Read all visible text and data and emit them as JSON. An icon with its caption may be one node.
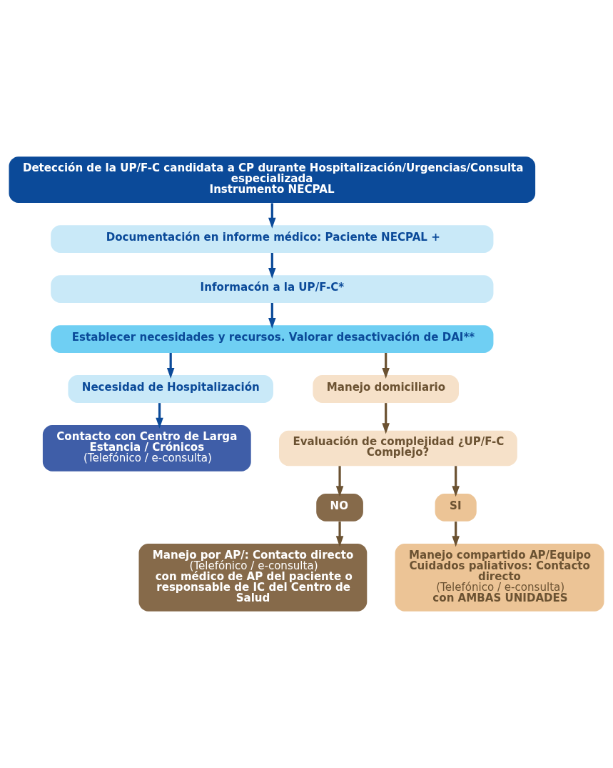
{
  "diagram": {
    "nodes": [
      {
        "text": [
          "Detección de la UP/F-C candidata a CP durante Hospitalización/Urgencias/Consulta especializada",
          "Instrumento NECPAL"
        ]
      },
      {
        "text": [
          "Documentación en informe médico: Paciente NECPAL +"
        ]
      },
      {
        "text": [
          "Informacón a la UP/F-C*"
        ]
      },
      {
        "text": [
          "Establecer necesidades y recursos. Valorar desactivación de DAI**"
        ]
      },
      {
        "text": [
          "Necesidad de Hospitalización"
        ]
      },
      {
        "text": [
          "Manejo domiciliario"
        ]
      },
      {
        "text": [
          "Contacto con Centro de Larga Estancia / Crónicos",
          "(Telefónico / e-consulta)"
        ]
      },
      {
        "text": [
          "Evaluación de complejidad ¿UP/F-C Complejo?"
        ]
      },
      {
        "text": [
          "NO"
        ]
      },
      {
        "text": [
          "SI"
        ]
      },
      {
        "text": [
          "Manejo por AP/: Contacto directo",
          "(Telefónico / e-consulta)",
          "con médico de AP del paciente o responsable de IC del Centro de Salud"
        ]
      },
      {
        "text": [
          "Manejo compartido AP/Equipo Cuidados paliativos: Contacto directo",
          "(Telefónico / e-consulta)",
          "con AMBAS UNIDADES"
        ]
      }
    ],
    "edges": [
      {
        "from": 0,
        "to": 1,
        "arrow": "to",
        "color": "#0b4a99"
      },
      {
        "from": 1,
        "to": 2,
        "arrow": "to",
        "color": "#0b4a99"
      },
      {
        "from": 2,
        "to": 3,
        "arrow": "to",
        "color": "#0b4a99"
      },
      {
        "from": 3,
        "to": 4,
        "arrow": "to",
        "color": "#0b4a99"
      },
      {
        "from": 3,
        "to": 5,
        "arrow": "to"
      },
      {
        "from": 4,
        "to": 6,
        "arrow": "to",
        "color": "#0b4a99"
      },
      {
        "from": 5,
        "to": 7,
        "arrow": "to"
      },
      {
        "from": 7,
        "to": 8,
        "arrow": "to"
      },
      {
        "from": 7,
        "to": 9,
        "arrow": "to"
      },
      {
        "from": 8,
        "to": 10,
        "arrow": "to"
      },
      {
        "from": 9,
        "to": 11,
        "arrow": "to"
      }
    ]
  }
}
